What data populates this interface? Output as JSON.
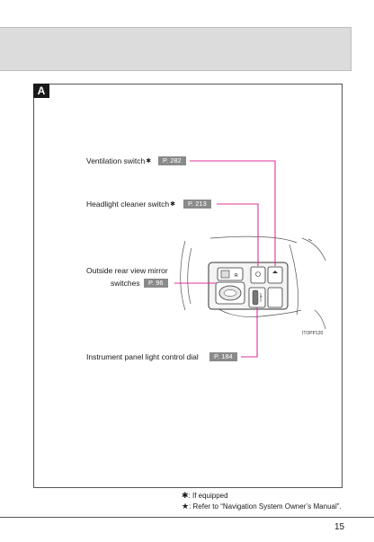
{
  "section": {
    "badge": "A"
  },
  "callouts": [
    {
      "label": "Ventilation switch",
      "starred": true,
      "ref": "P. 282"
    },
    {
      "label": "Headlight cleaner switch",
      "starred": true,
      "ref": "P. 213"
    },
    {
      "label_line1": "Outside rear view mirror",
      "label_line2": "switches",
      "ref": "P. 96"
    },
    {
      "label": "Instrument panel light control dial",
      "ref": "P. 184"
    }
  ],
  "illustration": {
    "code": "ITOPP120"
  },
  "footnotes": {
    "equipped_symbol": "✱",
    "equipped_text": ": If equipped",
    "nav_symbol": "★",
    "nav_text": ": Refer to “Navigation System Owner’s Manual”."
  },
  "colors": {
    "leader_line": "#e0309a",
    "ref_tag": "#8a8a8a"
  },
  "page_number": "15"
}
